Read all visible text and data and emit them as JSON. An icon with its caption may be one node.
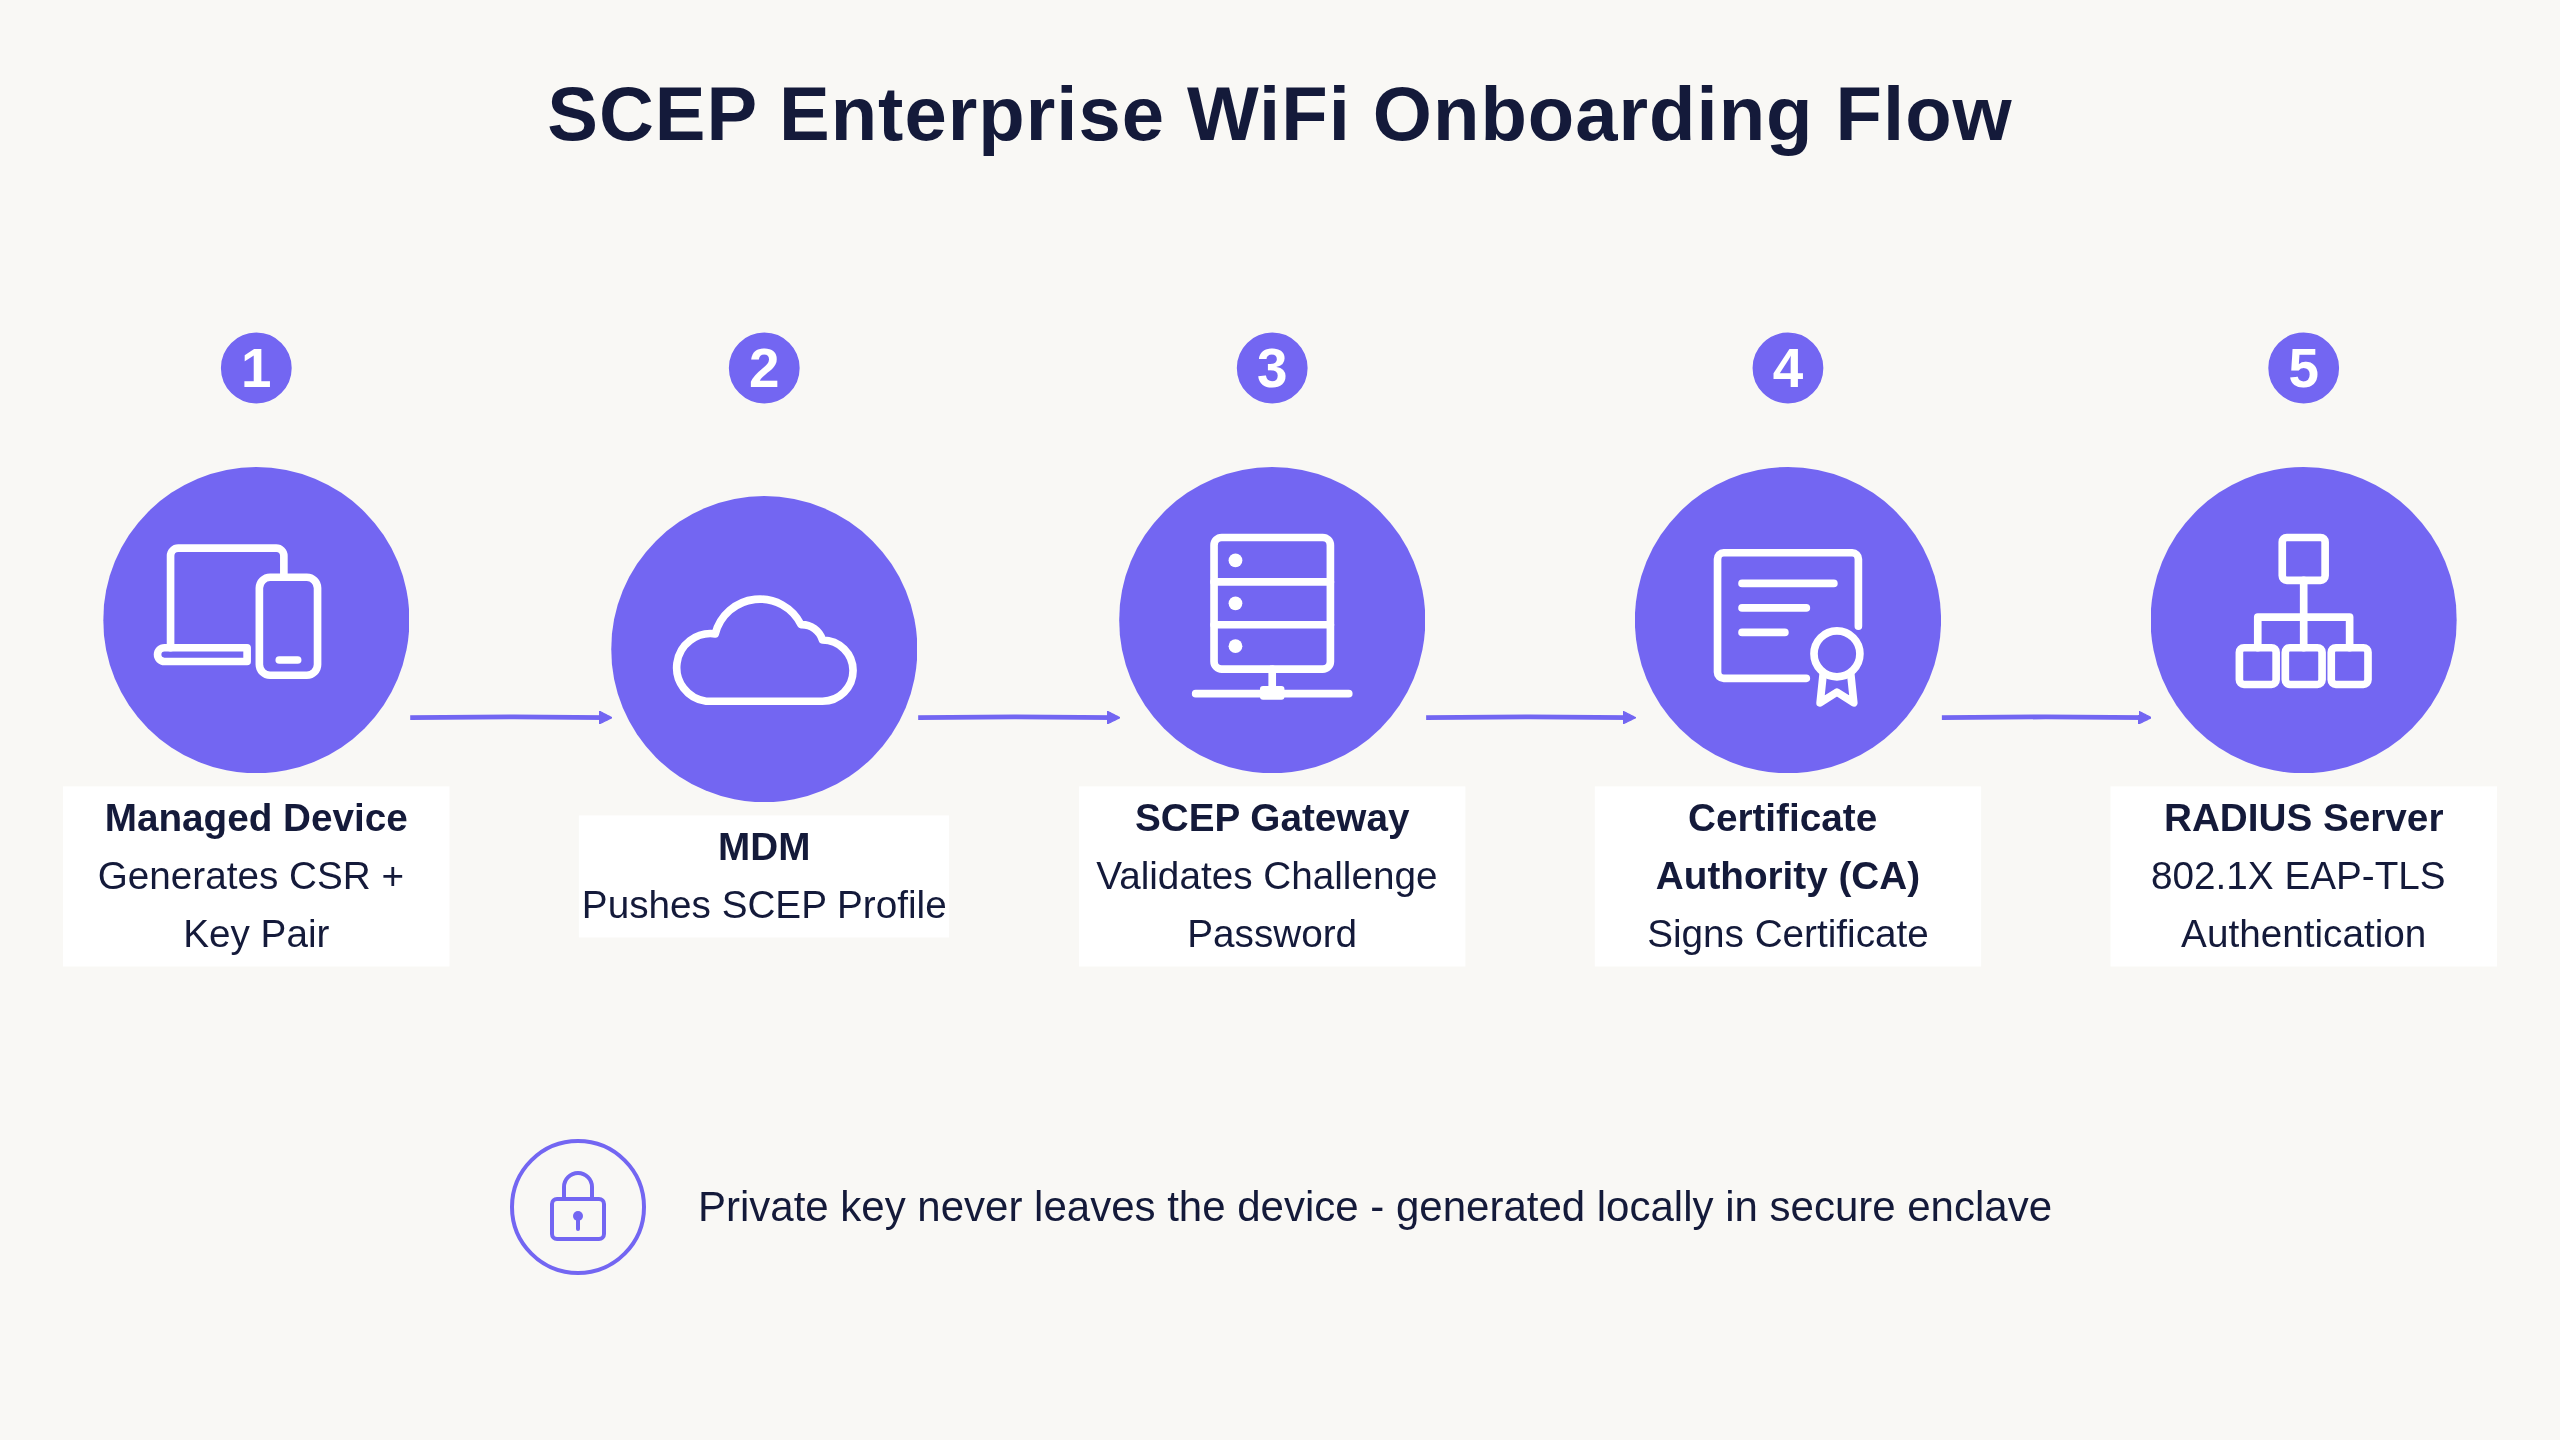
{
  "diagram": {
    "title": "SCEP Enterprise WiFi Onboarding Flow",
    "nodes": [
      {
        "text": [
          "1"
        ]
      },
      {
        "text": [
          "2"
        ]
      },
      {
        "text": [
          "3"
        ]
      },
      {
        "text": [
          "4"
        ]
      },
      {
        "text": [
          "5"
        ]
      },
      {
        "text": [
          "Managed Device",
          "Generates CSR + Key Pair"
        ]
      },
      {
        "text": [
          "MDM",
          "Pushes SCEP Profile"
        ]
      },
      {
        "text": [
          "SCEP Gateway",
          "Validates Challenge Password"
        ]
      },
      {
        "text": [
          "Certificate Authority (CA)",
          "Signs Certificate"
        ]
      },
      {
        "text": [
          "RADIUS Server",
          "802.1X EAP-TLS Authentication"
        ]
      }
    ],
    "edges": [
      {
        "from": 5,
        "to": 6,
        "arrow": "to"
      },
      {
        "from": 6,
        "to": 7,
        "arrow": "to"
      },
      {
        "from": 7,
        "to": 8,
        "arrow": "to"
      },
      {
        "from": 8,
        "to": 9,
        "arrow": "to"
      }
    ],
    "labels": [
      "Private key never leaves the device - generated locally in secure enclave"
    ]
  }
}
